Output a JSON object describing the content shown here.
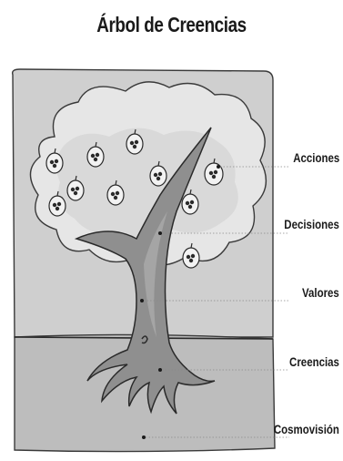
{
  "title": "Árbol de Creencias",
  "labels": {
    "acciones": "Acciones",
    "decisiones": "Decisiones",
    "valores": "Valores",
    "creencias": "Creencias",
    "cosmovision": "Cosmovisión"
  },
  "colors": {
    "sky": "#cfcfcf",
    "ground": "#b9b9b9",
    "canopy": "#e3e3e3",
    "trunk": "#8f8f8f",
    "ink": "#2a2a2a",
    "fruit": "#f2f2f2"
  }
}
